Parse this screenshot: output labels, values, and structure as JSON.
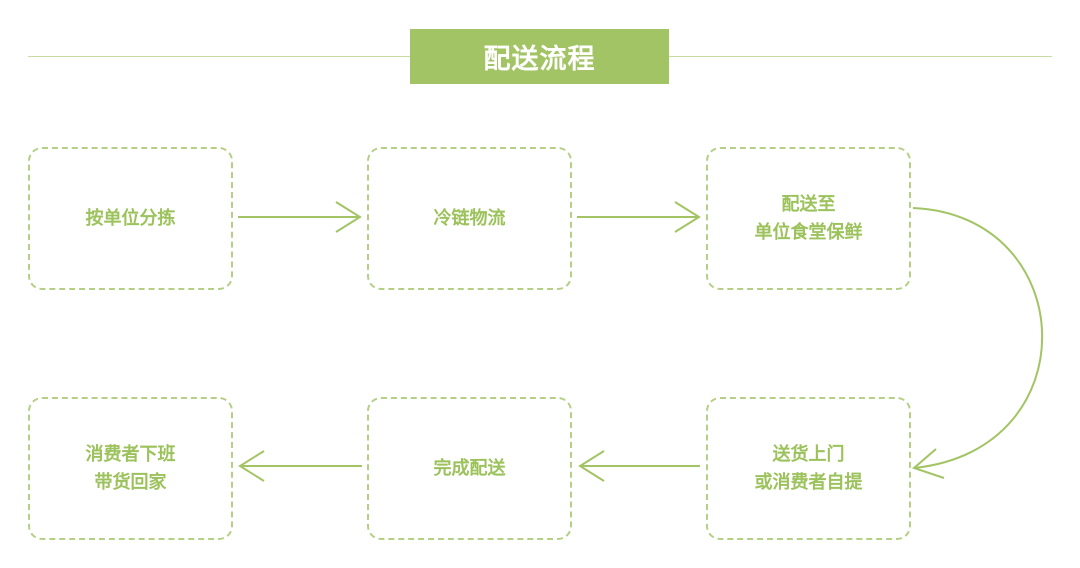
{
  "title": "配送流程",
  "steps": [
    {
      "line1": "按单位分拣",
      "line2": ""
    },
    {
      "line1": "冷链物流",
      "line2": ""
    },
    {
      "line1": "配送至",
      "line2": "单位食堂保鲜"
    },
    {
      "line1": "送货上门",
      "line2": "或消费者自提"
    },
    {
      "line1": "完成配送",
      "line2": ""
    },
    {
      "line1": "消费者下班",
      "line2": "带货回家"
    }
  ],
  "colors": {
    "accent": "#a3c464",
    "text": "#9cc25c"
  }
}
